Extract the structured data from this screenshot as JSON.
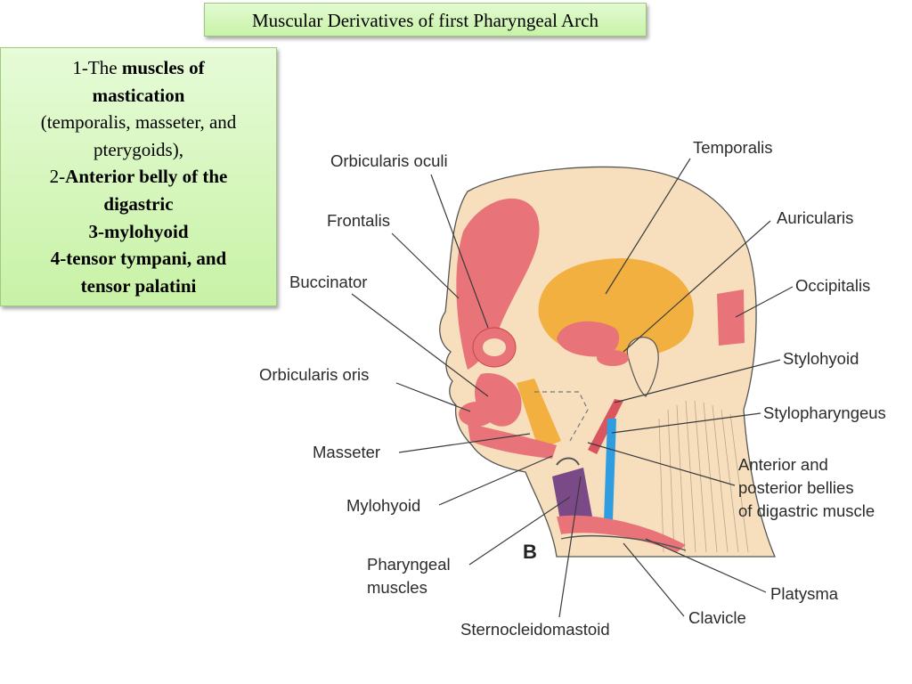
{
  "title": "Muscular Derivatives of first Pharyngeal Arch",
  "info": {
    "l1_prefix": "1-The ",
    "l1_bold": "muscles of",
    "l2_bold": "mastication",
    "l3": "(temporalis, masseter, and",
    "l4": "pterygoids),",
    "l5_prefix": "2-",
    "l5_bold": "Anterior belly of the",
    "l6_bold": "digastric",
    "l7_bold": "3-mylohyoid",
    "l8_bold": "4-tensor tympani, and",
    "l9_bold": "tensor palatini"
  },
  "labels": {
    "orbicularis_oculi": "Orbicularis oculi",
    "temporalis": "Temporalis",
    "frontalis": "Frontalis",
    "auricularis": "Auricularis",
    "buccinator": "Buccinator",
    "occipitalis": "Occipitalis",
    "stylohyoid": "Stylohyoid",
    "orbicularis_oris": "Orbicularis oris",
    "stylopharyngeus": "Stylopharyngeus",
    "masseter": "Masseter",
    "digastric_1": "Anterior and",
    "digastric_2": "posterior bellies",
    "digastric_3": "of digastric muscle",
    "mylohyoid": "Mylohyoid",
    "pharyngeal_1": "Pharyngeal",
    "pharyngeal_2": "muscles",
    "platysma": "Platysma",
    "clavicle": "Clavicle",
    "sternocleidomastoid": "Sternocleidomastoid",
    "panel": "B"
  },
  "colors": {
    "muscle_red": "#e8747a",
    "muscle_dark": "#d95560",
    "temporalis_orange": "#f2b040",
    "skin": "#f7dfbd",
    "blue": "#2f9de0",
    "purple": "#7a4a88",
    "box_green": "#c9f3a8"
  }
}
